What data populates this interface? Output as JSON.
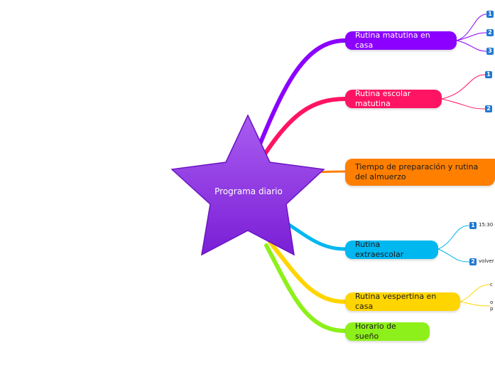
{
  "central": {
    "label": "Programa diario",
    "color": "#8a2be2"
  },
  "branches": [
    {
      "label": "Rutina matutina en casa",
      "color": "#8b00ff",
      "text_color": "#ffffff"
    },
    {
      "label": "Rutina escolar matutina",
      "color": "#ff1463",
      "text_color": "#ffffff"
    },
    {
      "label": "Tiempo de preparación y rutina del almuerzo",
      "color": "#ff7f00",
      "text_color": "#1a1a1a"
    },
    {
      "label": "Rutina extraescolar",
      "color": "#00b7f0",
      "text_color": "#1a1a1a"
    },
    {
      "label": "Rutina vespertina en casa",
      "color": "#ffd500",
      "text_color": "#1a1a1a"
    },
    {
      "label": "Horario de sueño",
      "color": "#8ef01a",
      "text_color": "#1a1a1a"
    }
  ],
  "sub_items": {
    "morning_home": [
      "1",
      "2",
      "3"
    ],
    "school_morning": [
      "1",
      "2"
    ],
    "after_school": [
      {
        "badge": "1",
        "text": "15:30 -"
      },
      {
        "badge": "2",
        "text": "volver"
      }
    ],
    "evening_home": [
      "c",
      "o",
      "p"
    ]
  }
}
